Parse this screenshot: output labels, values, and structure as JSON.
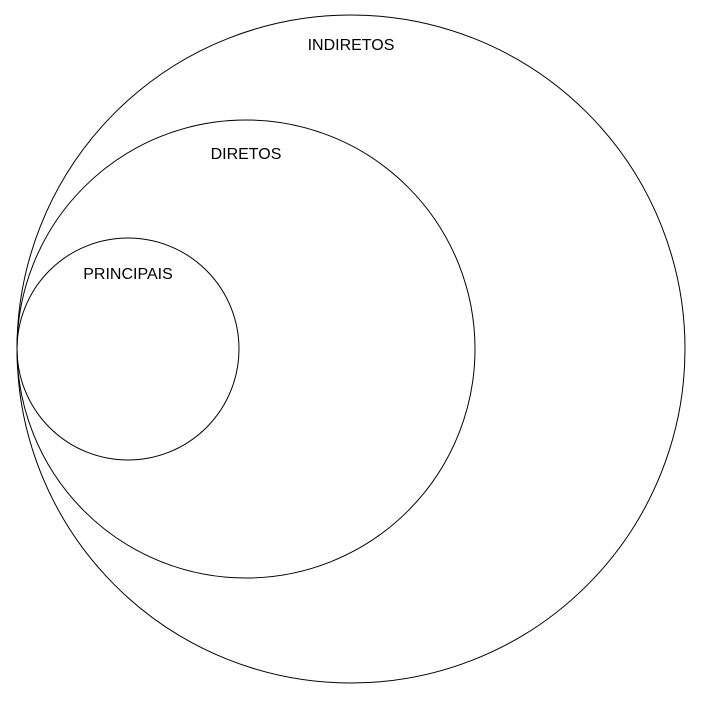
{
  "diagram": {
    "labels": {
      "outer": "INDIRETOS",
      "middle": "DIRETOS",
      "inner": "PRINCIPAIS"
    },
    "stroke_color": "#000000",
    "background_color": "#ffffff",
    "relationship": "nested-circles-tangent-at-left"
  }
}
